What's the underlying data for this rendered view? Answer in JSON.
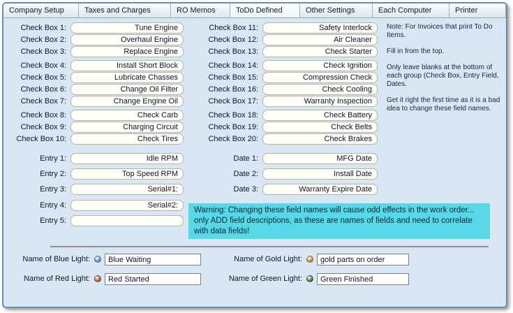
{
  "tabs": [
    {
      "label": "Company Setup",
      "active": false
    },
    {
      "label": "Taxes and Charges",
      "active": false
    },
    {
      "label": "RO Memos",
      "active": false
    },
    {
      "label": "ToDo Defined",
      "active": true
    },
    {
      "label": "Other Settings",
      "active": false
    },
    {
      "label": "Each Computer",
      "active": false
    },
    {
      "label": "Printer",
      "active": false
    }
  ],
  "check_boxes_left": [
    {
      "label": "Check Box 1:",
      "value": "Tune Engine"
    },
    {
      "label": "Check Box 2:",
      "value": "Overhaul Engine"
    },
    {
      "label": "Check Box 3:",
      "value": "Replace Engine"
    },
    {
      "label": "Check Box 4:",
      "value": "Install Short Block"
    },
    {
      "label": "Check Box 5:",
      "value": "Lubricate Chasses"
    },
    {
      "label": "Check Box 6:",
      "value": "Change Oil Filter"
    },
    {
      "label": "Check Box 7:",
      "value": "Change Engine Oil"
    },
    {
      "label": "Check Box 8:",
      "value": "Check Carb"
    },
    {
      "label": "Check Box 9:",
      "value": "Charging Circuit"
    },
    {
      "label": "Check Box 10:",
      "value": "Check Tires"
    }
  ],
  "check_boxes_right": [
    {
      "label": "Check Box 11:",
      "value": "Safety Interlock"
    },
    {
      "label": "Check Box 12:",
      "value": "Air Cleaner"
    },
    {
      "label": "Check Box 13:",
      "value": "Check Starter"
    },
    {
      "label": "Check Box 14:",
      "value": "Check Ignition"
    },
    {
      "label": "Check Box 15:",
      "value": "Compression Check"
    },
    {
      "label": "Check Box 16:",
      "value": "Check Cooling"
    },
    {
      "label": "Check Box 17:",
      "value": "Warranty Inspection"
    },
    {
      "label": "Check Box 18:",
      "value": "Check Battery"
    },
    {
      "label": "Check Box 19:",
      "value": "Check Belts"
    },
    {
      "label": "Check Box 20:",
      "value": "Check Brakes"
    }
  ],
  "entries": [
    {
      "label": "Entry 1:",
      "value": "Idle RPM"
    },
    {
      "label": "Entry 2:",
      "value": "Top Speed RPM"
    },
    {
      "label": "Entry 3:",
      "value": "Serial#1:"
    },
    {
      "label": "Entry 4:",
      "value": "Serial#2:"
    },
    {
      "label": "Entry 5:",
      "value": ""
    }
  ],
  "dates": [
    {
      "label": "Date 1:",
      "value": "MFG Date"
    },
    {
      "label": "Date 2:",
      "value": "Install Date"
    },
    {
      "label": "Date 3:",
      "value": "Warranty Expire Date"
    }
  ],
  "note_paragraphs": [
    "Note: For Invoices that print To Do Items.",
    "Fill in from the top.",
    "Only leave blanks at the bottom of each group (Check Box, Entry Field, Dates.",
    "Get it right the first time as it is a bad idea to change these field names."
  ],
  "warning_text": "Warning: Changing these field names will cause odd effects in the work order... only ADD field descriptions, as these are names of fields and need to correlate with data fields!",
  "lights": [
    {
      "name": "blue",
      "label": "Name of Blue Light:",
      "color": "#4d86c0",
      "value": "Blue Waiting"
    },
    {
      "name": "gold",
      "label": "Name of Gold Light:",
      "color": "#c07828",
      "value": "gold parts on order"
    },
    {
      "name": "red",
      "label": "Name of Red Light:",
      "color": "#a0461e",
      "value": "Red Started"
    },
    {
      "name": "green",
      "label": "Name of Green Light:",
      "color": "#2e6b30",
      "value": "Green Finished"
    }
  ]
}
